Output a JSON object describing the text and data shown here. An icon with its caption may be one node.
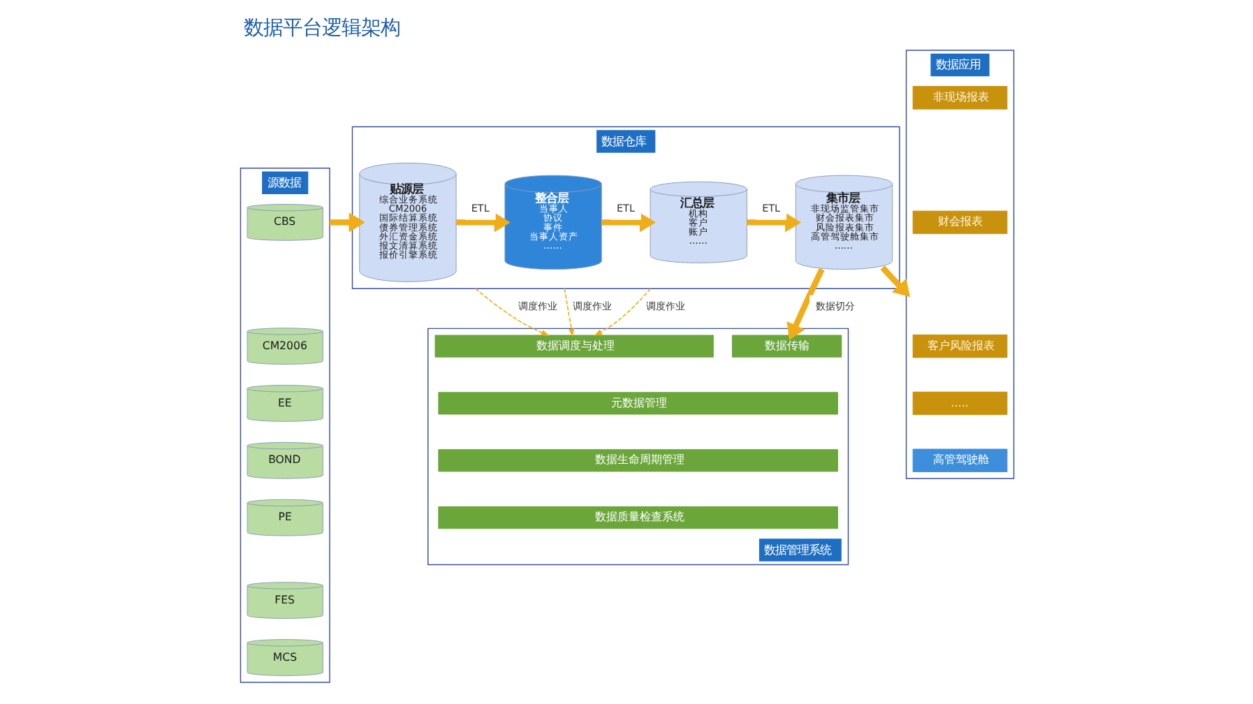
{
  "diagram": {
    "title": "数据平台逻辑架构",
    "nodes": [
      {
        "text": [
          "源数据"
        ]
      },
      {
        "text": [
          "CBS"
        ],
        "in": 0
      },
      {
        "text": [
          "CM2006"
        ],
        "in": 0
      },
      {
        "text": [
          "EE"
        ],
        "in": 0
      },
      {
        "text": [
          "BOND"
        ],
        "in": 0
      },
      {
        "text": [
          "PE"
        ],
        "in": 0
      },
      {
        "text": [
          "FES"
        ],
        "in": 0
      },
      {
        "text": [
          "MCS"
        ],
        "in": 0
      },
      {
        "text": [
          "数据仓库"
        ]
      },
      {
        "text": [
          "贴源层",
          "综合业务系统",
          "CM2006",
          "国际结算系统",
          "债券管理系统",
          "外汇资金系统",
          "报文清算系统",
          "报价引擎系统"
        ],
        "in": 8
      },
      {
        "text": [
          "整合层",
          "当事人",
          "协议",
          "事件",
          "当事人资产",
          "……"
        ],
        "in": 8
      },
      {
        "text": [
          "汇总层",
          "机构",
          "客户",
          "账户",
          "……"
        ],
        "in": 8
      },
      {
        "text": [
          "集市层",
          "非现场监管集市",
          "财会报表集市",
          "风险报表集市",
          "高管驾驶舱集市",
          "……"
        ],
        "in": 8
      },
      {
        "text": [
          "数据应用"
        ]
      },
      {
        "text": [
          "非现场报表"
        ],
        "in": 13
      },
      {
        "text": [
          "财会报表"
        ],
        "in": 13
      },
      {
        "text": [
          "客户风险报表"
        ],
        "in": 13
      },
      {
        "text": [
          "….."
        ],
        "in": 13
      },
      {
        "text": [
          "高管驾驶舱"
        ],
        "in": 13
      },
      {
        "text": [
          "数据管理系统"
        ]
      },
      {
        "text": [
          "数据调度与处理"
        ],
        "in": 19
      },
      {
        "text": [
          "数据传输"
        ],
        "in": 19
      },
      {
        "text": [
          "元数据管理"
        ],
        "in": 19
      },
      {
        "text": [
          "数据生命周期管理"
        ],
        "in": 19
      },
      {
        "text": [
          "数据质量检查系统"
        ],
        "in": 19
      }
    ],
    "edges": [
      {
        "from": 0,
        "to": 9,
        "arrow": "to"
      },
      {
        "from": 9,
        "to": 10,
        "label": "ETL",
        "arrow": "to"
      },
      {
        "from": 10,
        "to": 11,
        "label": "ETL",
        "arrow": "to"
      },
      {
        "from": 11,
        "to": 12,
        "label": "ETL",
        "arrow": "to"
      },
      {
        "from": 12,
        "to": 13,
        "arrow": "to"
      },
      {
        "from": 12,
        "to": 21,
        "label": "数据切分",
        "arrow": "to"
      },
      {
        "from": 8,
        "to": 20,
        "label": "调度作业",
        "arrow": "to",
        "style": "dashed"
      },
      {
        "from": 8,
        "to": 20,
        "label": "调度作业",
        "arrow": "to",
        "style": "dashed"
      },
      {
        "from": 8,
        "to": 20,
        "label": "调度作业",
        "arrow": "to",
        "style": "dashed"
      }
    ]
  }
}
